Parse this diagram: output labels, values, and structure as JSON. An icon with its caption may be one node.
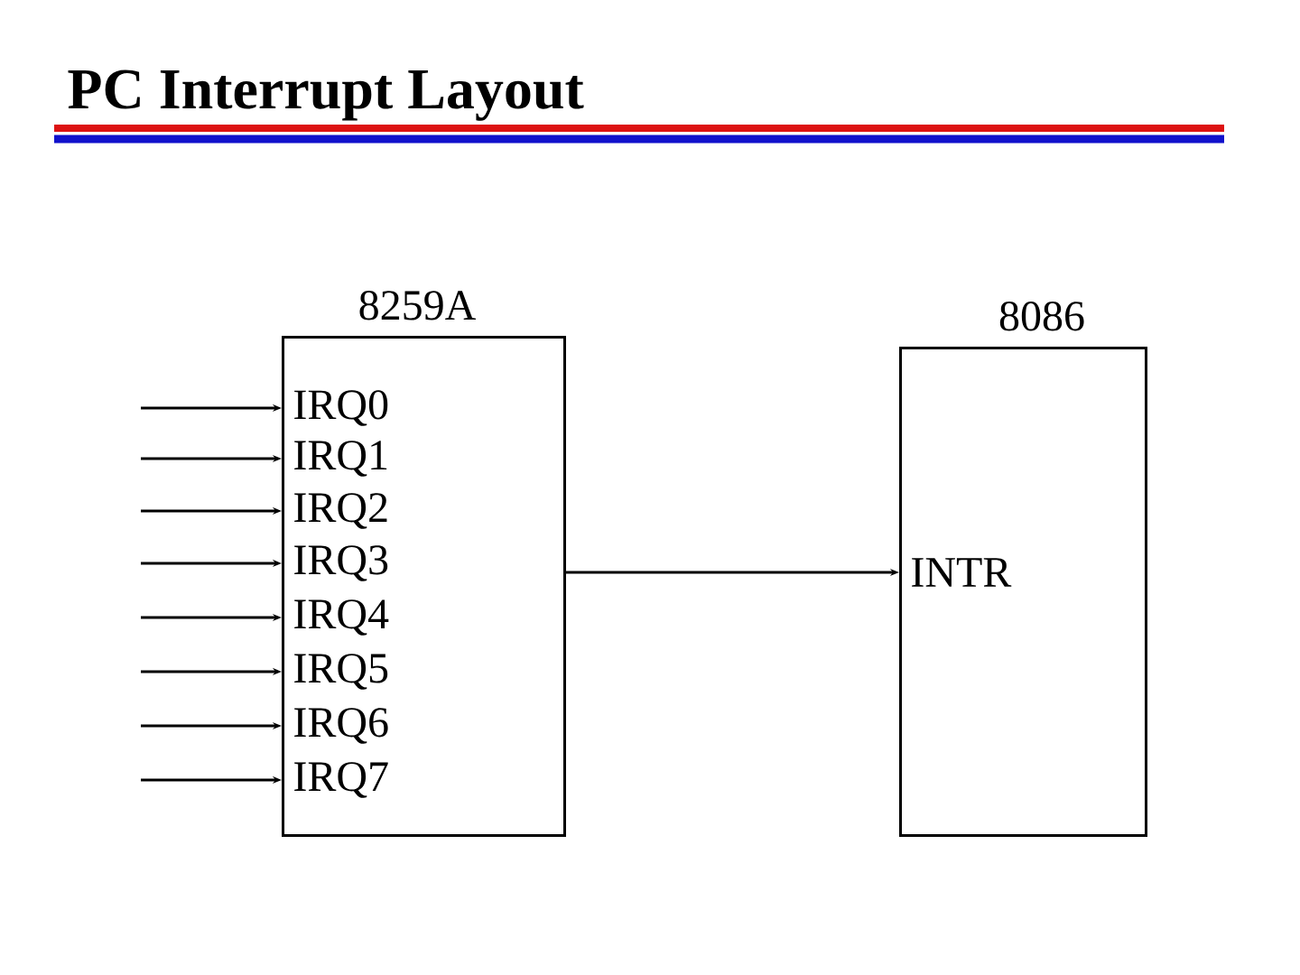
{
  "diagram": {
    "title": "PC Interrupt Layout",
    "nodes": [
      {
        "text": [
          "8259A"
        ]
      },
      {
        "text": [
          "IRQ0"
        ],
        "in": 0
      },
      {
        "text": [
          "IRQ1"
        ],
        "in": 0
      },
      {
        "text": [
          "IRQ2"
        ],
        "in": 0
      },
      {
        "text": [
          "IRQ3"
        ],
        "in": 0
      },
      {
        "text": [
          "IRQ4"
        ],
        "in": 0
      },
      {
        "text": [
          "IRQ5"
        ],
        "in": 0
      },
      {
        "text": [
          "IRQ6"
        ],
        "in": 0
      },
      {
        "text": [
          "IRQ7"
        ],
        "in": 0
      },
      {
        "text": [
          "8086"
        ]
      },
      {
        "text": [
          "INTR"
        ],
        "in": 9
      }
    ],
    "edges": [
      {
        "from": null,
        "to": 1,
        "arrow": "to"
      },
      {
        "from": null,
        "to": 2,
        "arrow": "to"
      },
      {
        "from": null,
        "to": 3,
        "arrow": "to"
      },
      {
        "from": null,
        "to": 4,
        "arrow": "to"
      },
      {
        "from": null,
        "to": 5,
        "arrow": "to"
      },
      {
        "from": null,
        "to": 6,
        "arrow": "to"
      },
      {
        "from": null,
        "to": 7,
        "arrow": "to"
      },
      {
        "from": null,
        "to": 8,
        "arrow": "to"
      },
      {
        "from": 0,
        "to": 10,
        "arrow": "to"
      }
    ]
  }
}
